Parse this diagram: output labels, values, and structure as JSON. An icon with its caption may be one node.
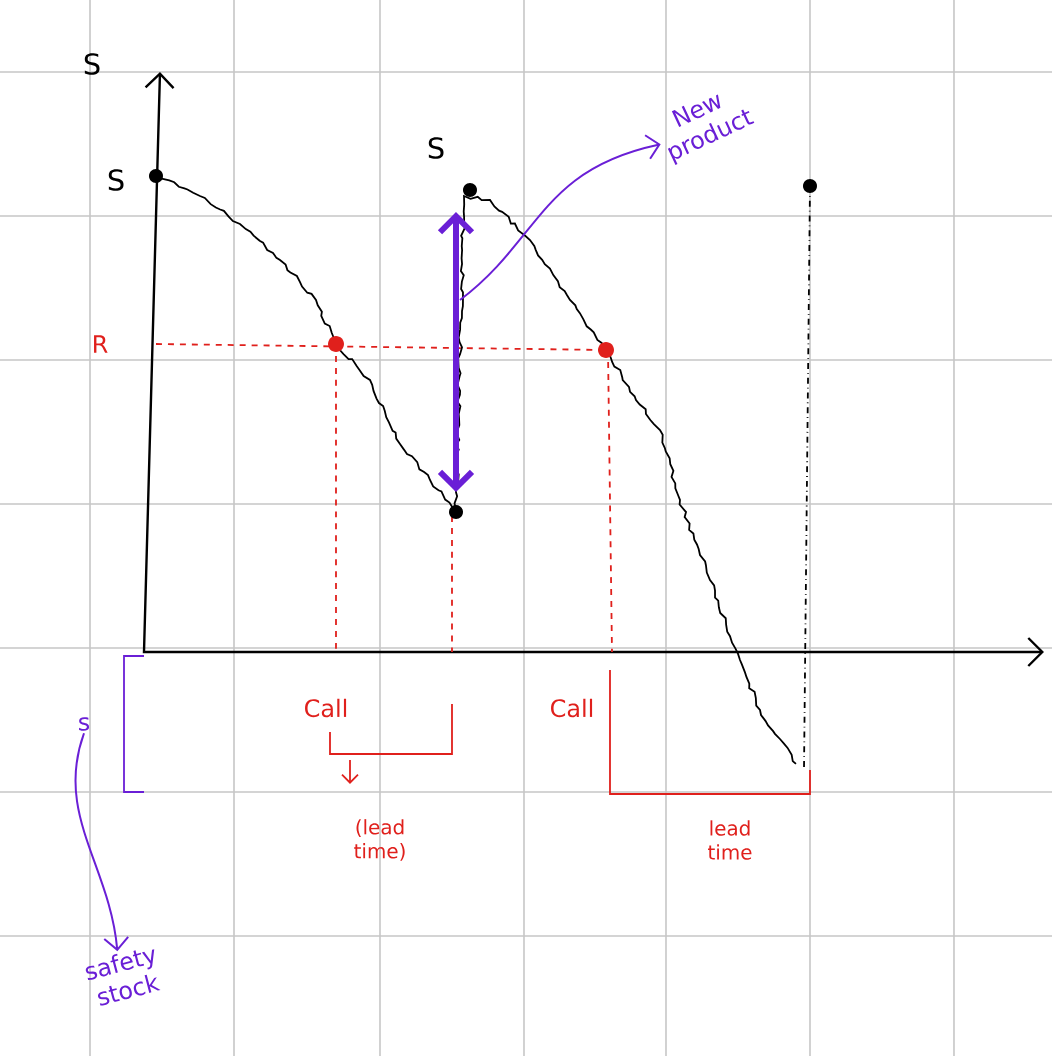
{
  "diagram": {
    "nodes": [
      {
        "text": [
          "New product"
        ]
      },
      {
        "text": [
          "safety stock"
        ]
      },
      {
        "text": [
          "s"
        ]
      }
    ],
    "edges": [
      {
        "from": null,
        "to": 0,
        "arrow": "to"
      },
      {
        "from": 2,
        "to": 1,
        "arrow": "to"
      }
    ],
    "labels": [
      "S",
      "S",
      "S",
      "R",
      "Call",
      "(lead time)",
      "Call",
      "lead time"
    ]
  }
}
